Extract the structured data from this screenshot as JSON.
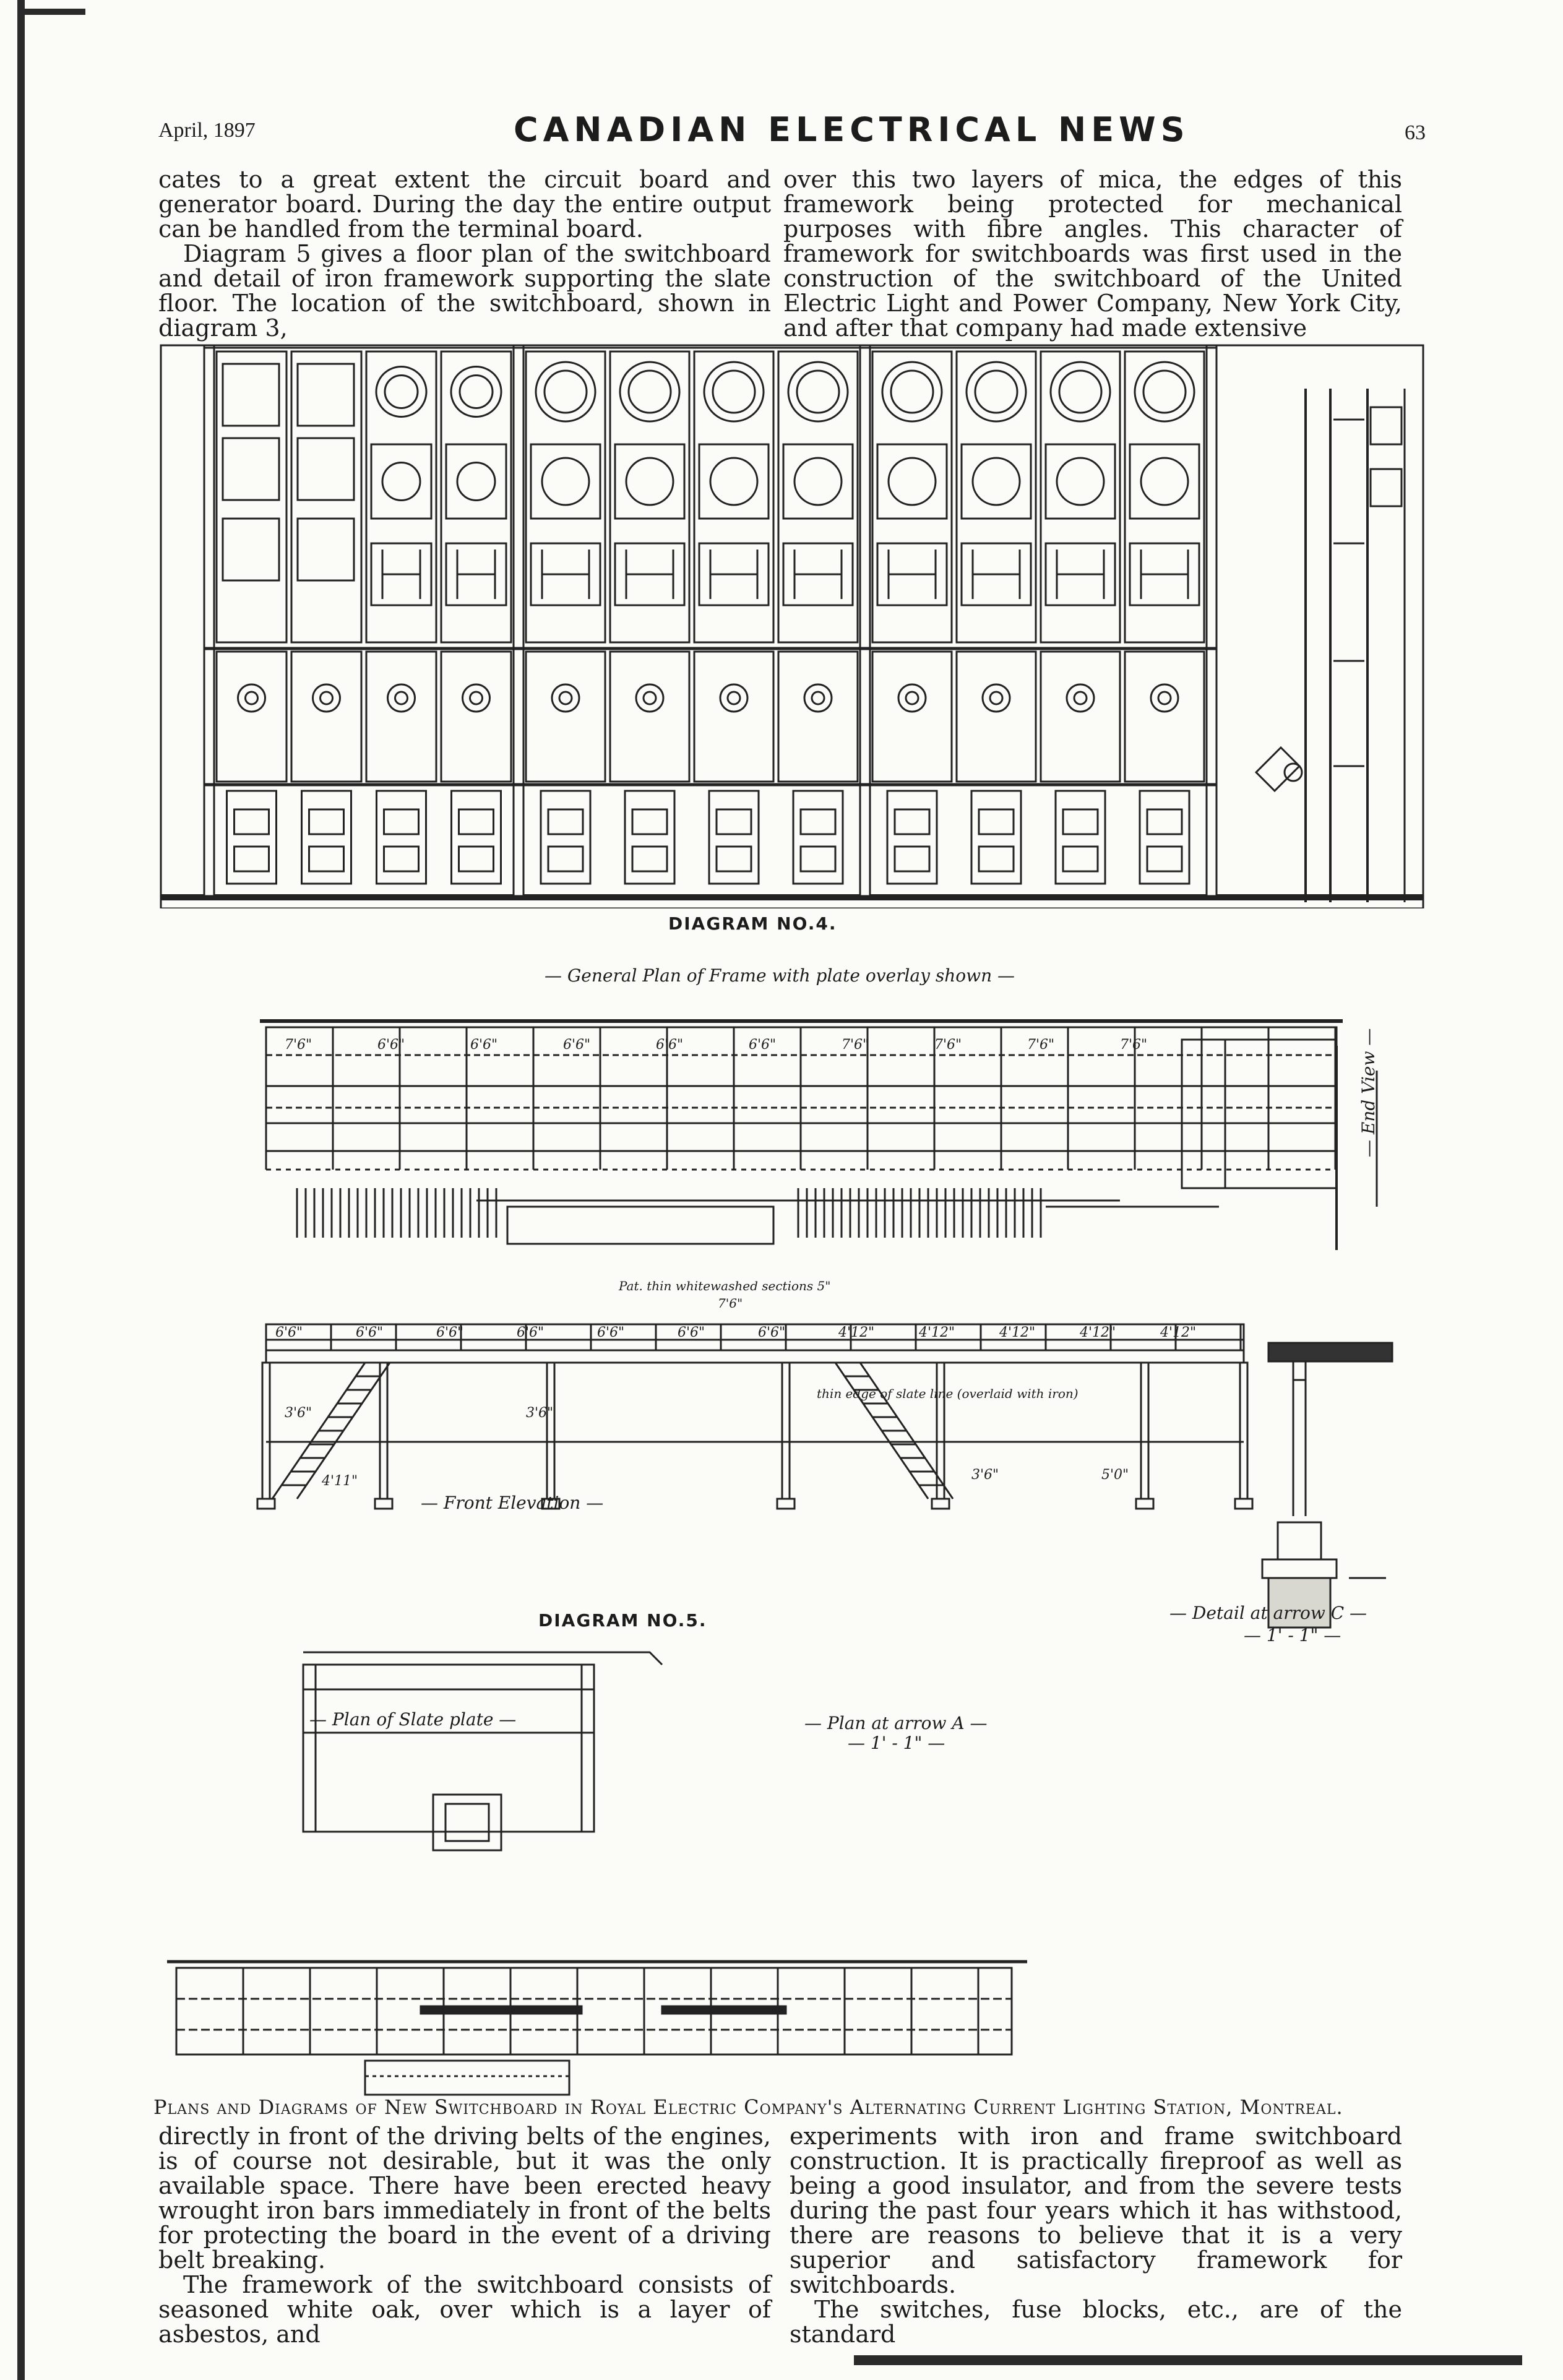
{
  "header": {
    "date": "April, 1897",
    "title": "CANADIAN ELECTRICAL NEWS",
    "page_number": "63"
  },
  "top_text": {
    "left": [
      "cates to a great extent the circuit board and generator board. During the day the entire output can be handled from the terminal board.",
      "Diagram 5 gives a floor plan of the switchboard and detail of iron framework supporting the slate floor. The location of the switchboard, shown in diagram 3,"
    ],
    "right": [
      "over this two layers of mica, the edges of this framework being protected for mechanical purposes with fibre angles. This character of framework for switchboards was first used in the construction of the switchboard of the United Electric Light and Power Company, New York City, and after that company had made extensive"
    ]
  },
  "figures": {
    "diagram4_label": "DIAGRAM NO.4.",
    "diagram5_label": "DIAGRAM NO.5.",
    "general_plan_title": "— General Plan of Frame with plate overlay shown —",
    "front_elevation": "— Front Elevation —",
    "end_view": "— End View —",
    "plan_of_slate_plate": "— Plan of Slate plate —",
    "plan_at_arrow": "— Plan at arrow A —",
    "scale_plan_at_arrow": "— 1' - 1\" —",
    "detail_at_arrow": "— Detail at arrow C —",
    "scale_detail": "— 1' - 1\" —",
    "plan_note": "Pat. thin whitewashed sections 5\"",
    "plan_note2": "7'6\"",
    "elevation_note": "thin edge of slate line (overlaid with iron)",
    "dim_labels": [
      "7'6\"",
      "6'6\"",
      "6'6\"",
      "6'6\"",
      "6'6\"",
      "6'6\"",
      "7'6\"",
      "7'6\"",
      "7'6\"",
      "7'6\""
    ],
    "elev_labels": [
      "6'6\"",
      "6'6\"",
      "6'6\"",
      "6'6\"",
      "6'6\"",
      "6'6\"",
      "6'6\"",
      "4'12\"",
      "4'12\"",
      "4'12\"",
      "4'12\"",
      "4'12\""
    ],
    "elev_heights": [
      "3'6\"",
      "4'11\"",
      "3'6\"",
      "3'6\"",
      "5'0\""
    ]
  },
  "caption": "Plans and Diagrams of New Switchboard in Royal Electric Company's Alternating Current Lighting Station, Montreal.",
  "bottom_text": {
    "left": [
      "directly in front of the driving belts of the engines, is of course not desirable, but it was the only available space. There have been erected heavy wrought iron bars immediately in front of the belts for protecting the board in the event of a driving belt breaking.",
      "The framework of the switchboard consists of seasoned white oak, over which is a layer of asbestos, and"
    ],
    "right": [
      "experiments with iron and frame switchboard construction. It is practically fireproof as well as being a good insulator, and from the severe tests during the past four years which it has withstood, there are reasons to believe that it is a very superior and satisfactory framework for switchboards.",
      "The switches, fuse blocks, etc., are of the standard"
    ]
  }
}
